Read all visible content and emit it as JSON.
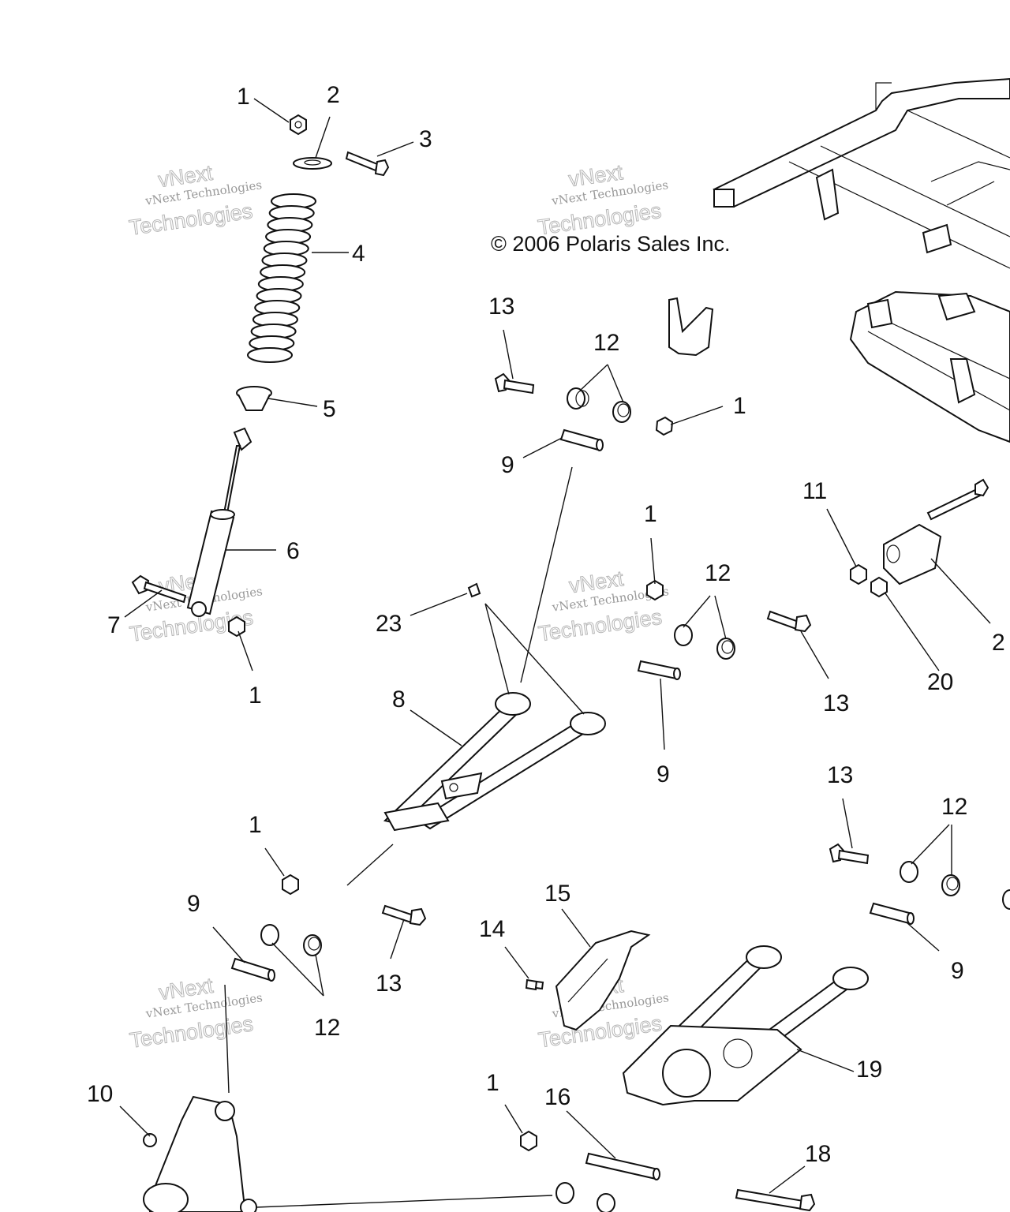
{
  "copyright": "© 2006 Polaris Sales Inc.",
  "watermark": {
    "line1": "vNext",
    "line2": "vNext Technologies",
    "line3": "Technologies"
  },
  "callouts": [
    {
      "id": "c-1a",
      "label": "1"
    },
    {
      "id": "c-2",
      "label": "2"
    },
    {
      "id": "c-3",
      "label": "3"
    },
    {
      "id": "c-4",
      "label": "4"
    },
    {
      "id": "c-5",
      "label": "5"
    },
    {
      "id": "c-6",
      "label": "6"
    },
    {
      "id": "c-7",
      "label": "7"
    },
    {
      "id": "c-1b",
      "label": "1"
    },
    {
      "id": "c-13a",
      "label": "13"
    },
    {
      "id": "c-12a",
      "label": "12"
    },
    {
      "id": "c-1c",
      "label": "1"
    },
    {
      "id": "c-9a",
      "label": "9"
    },
    {
      "id": "c-1d",
      "label": "1"
    },
    {
      "id": "c-12b",
      "label": "12"
    },
    {
      "id": "c-11",
      "label": "11"
    },
    {
      "id": "c-2b",
      "label": "2"
    },
    {
      "id": "c-20",
      "label": "20"
    },
    {
      "id": "c-23",
      "label": "23"
    },
    {
      "id": "c-13b",
      "label": "13"
    },
    {
      "id": "c-8",
      "label": "8"
    },
    {
      "id": "c-9b",
      "label": "9"
    },
    {
      "id": "c-13c",
      "label": "13"
    },
    {
      "id": "c-12c",
      "label": "12"
    },
    {
      "id": "c-1e",
      "label": "1"
    },
    {
      "id": "c-9c",
      "label": "9"
    },
    {
      "id": "c-12d",
      "label": "12"
    },
    {
      "id": "c-13d",
      "label": "13"
    },
    {
      "id": "c-14",
      "label": "14"
    },
    {
      "id": "c-15",
      "label": "15"
    },
    {
      "id": "c-9d",
      "label": "9"
    },
    {
      "id": "c-19",
      "label": "19"
    },
    {
      "id": "c-10",
      "label": "10"
    },
    {
      "id": "c-1f",
      "label": "1"
    },
    {
      "id": "c-16",
      "label": "16"
    },
    {
      "id": "c-18",
      "label": "18"
    }
  ]
}
